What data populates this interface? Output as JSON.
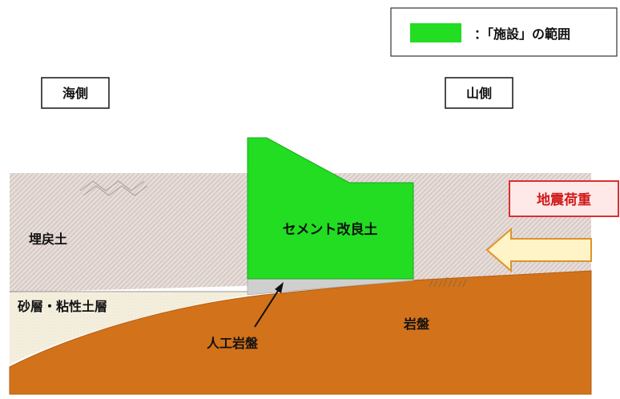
{
  "legend": {
    "swatch_color": "#22dd22",
    "text": "：「施設」の範囲"
  },
  "sides": {
    "sea": "海側",
    "mountain": "山側"
  },
  "layers": {
    "reclaimed": "埋戻土",
    "sand_clay": "砂層・粘性土層",
    "bedrock": "岩盤",
    "artificial_bedrock": "人工岩盤",
    "cement": "セメント改良土"
  },
  "load": {
    "label": "地震荷重"
  },
  "colors": {
    "facility": "#22dd22",
    "bedrock": "#d2721a",
    "bedrock_edge": "#b85e10",
    "sand": "#f4eedd",
    "reclaimed_base": "#e6dcd8",
    "load_label_border": "#d93030",
    "load_label_bg": "#ffe8e8",
    "load_label_text": "#d01818",
    "arrow_fill": "#fff4c8",
    "arrow_stroke": "#e0922a",
    "artificial_bedrock": "#cfcfcf"
  }
}
